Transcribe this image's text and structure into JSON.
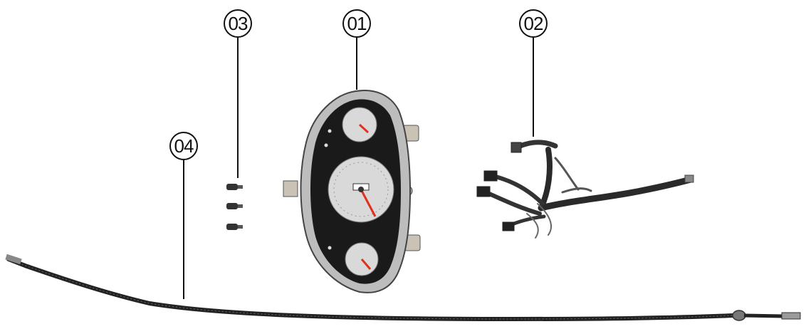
{
  "callouts": {
    "part_01": "01",
    "part_02": "02",
    "part_03": "03",
    "part_04": "04"
  },
  "colors": {
    "line": "#111111",
    "cluster_body": "#1a1a1a",
    "dial_face": "#d9d9d9",
    "needle": "#e0301e",
    "chrome": "#bdbdbd",
    "cable": "#222222"
  }
}
